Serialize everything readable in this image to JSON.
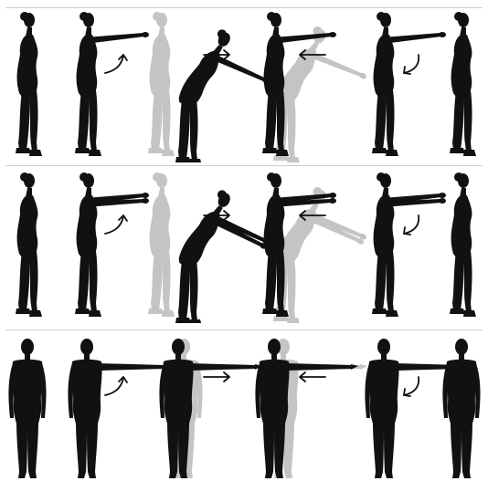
{
  "rows": [
    {
      "view": "side",
      "arms": "one-arm",
      "frames": [
        {
          "pose": "stand-neutral",
          "arrow": "none",
          "ghost": "none"
        },
        {
          "pose": "arm-raised",
          "arrow": "curved-up",
          "ghost": "none"
        },
        {
          "pose": "lean-forward",
          "arrow": "right",
          "ghost": "upright"
        },
        {
          "pose": "arm-raised",
          "arrow": "left",
          "ghost": "leaning"
        },
        {
          "pose": "arm-raised",
          "arrow": "curved-down",
          "ghost": "none"
        },
        {
          "pose": "stand-neutral",
          "arrow": "none",
          "ghost": "none"
        }
      ]
    },
    {
      "view": "side",
      "arms": "two-arm",
      "frames": [
        {
          "pose": "stand-neutral",
          "arrow": "none",
          "ghost": "none"
        },
        {
          "pose": "arms-raised",
          "arrow": "curved-up",
          "ghost": "none"
        },
        {
          "pose": "lean-forward",
          "arrow": "right",
          "ghost": "upright"
        },
        {
          "pose": "arms-raised",
          "arrow": "left",
          "ghost": "leaning"
        },
        {
          "pose": "arms-raised",
          "arrow": "curved-down",
          "ghost": "none"
        },
        {
          "pose": "stand-neutral",
          "arrow": "none",
          "ghost": "none"
        }
      ]
    },
    {
      "view": "front",
      "arms": "one-arm",
      "frames": [
        {
          "pose": "stand-neutral",
          "arrow": "none",
          "ghost": "none"
        },
        {
          "pose": "arm-out",
          "arrow": "curved-up",
          "ghost": "none"
        },
        {
          "pose": "shift-side",
          "arrow": "right",
          "ghost": "upright"
        },
        {
          "pose": "arm-out",
          "arrow": "left",
          "ghost": "shifted"
        },
        {
          "pose": "arm-out",
          "arrow": "curved-down",
          "ghost": "none"
        },
        {
          "pose": "stand-neutral",
          "arrow": "none",
          "ghost": "none"
        }
      ]
    }
  ],
  "colors": {
    "figure": "#111111",
    "ghost": "#c4c4c4",
    "arrow": "#111111",
    "divider": "#cfcfcf",
    "background": "#ffffff"
  },
  "icons": {
    "arrow_right": "arrow-right-icon",
    "arrow_left": "arrow-left-icon",
    "curved_up": "curved-arrow-up-icon",
    "curved_down": "curved-arrow-down-icon"
  }
}
